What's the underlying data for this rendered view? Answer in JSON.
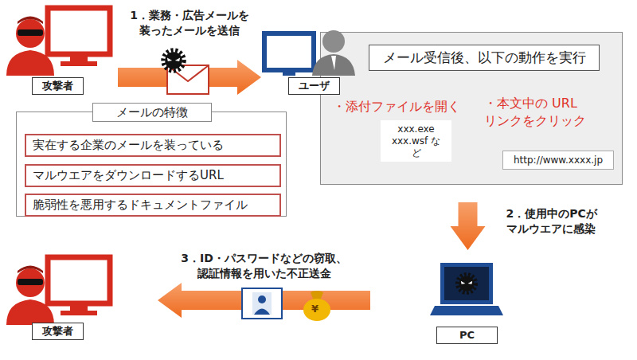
{
  "diagram": {
    "nodes": [
      {
        "text": [
          "攻撃者"
        ]
      },
      {
        "text": [
          "ユーザ"
        ]
      },
      {
        "text": [
          "・添付ファイルを開く",
          "・本文中の URL リンクをクリック"
        ]
      },
      {
        "text": [
          "メール受信後、以下の動作を実行"
        ],
        "in": 2
      },
      {
        "text": [
          "xxx.exe xxx.wsf など"
        ],
        "in": 2
      },
      {
        "text": [
          "http://www.xxxx.jp"
        ],
        "in": 2
      },
      {
        "text": [
          "メールの特徴"
        ]
      },
      {
        "text": [
          "実在する企業のメールを装っている"
        ],
        "in": 6
      },
      {
        "text": [
          "マルウエアをダウンロードするURL"
        ],
        "in": 6
      },
      {
        "text": [
          "脆弱性を悪用するドキュメントファイル"
        ],
        "in": 6
      },
      {
        "text": [
          "PC"
        ]
      },
      {
        "text": [
          "攻撃者"
        ]
      }
    ],
    "edges": [
      {
        "from": 0,
        "to": 1,
        "arrow": "to",
        "label": "1．業務・広告メールを 装ったメールを送信"
      },
      {
        "from": 2,
        "to": 10,
        "arrow": "to",
        "label": "2．使用中のPCが マルウエアに感染"
      },
      {
        "from": 10,
        "to": 11,
        "arrow": "to",
        "label": "3．ID・パスワードなどの窃取、 認証情報を用いた不正送金"
      }
    ],
    "labels": [
      "¥"
    ]
  }
}
